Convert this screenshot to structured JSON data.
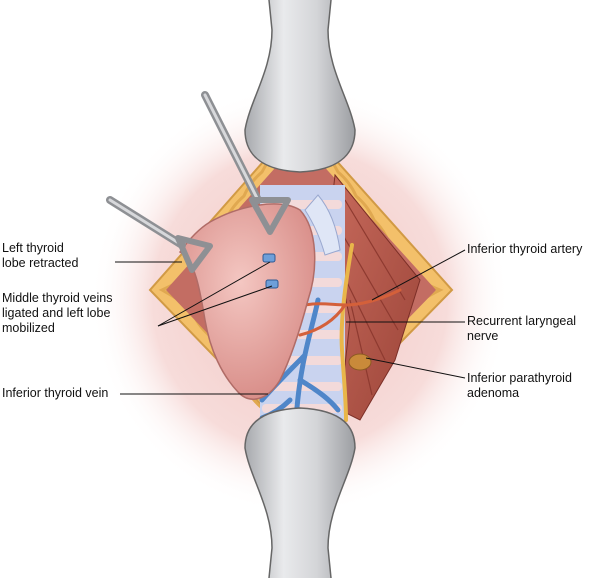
{
  "colors": {
    "tissue": "#f2c9c6",
    "thyroid": "#eab0ab",
    "retractor": "#cfd0d3",
    "fat": "#f3c06a",
    "muscle": "#b3564a",
    "trachea": "#c9d3ef",
    "vein": "#4f86c9",
    "nerve": "#e9b64a",
    "artery": "#d4603a",
    "adenoma": "#c98a3a",
    "leader": "#111111"
  },
  "labels": {
    "left_thyroid_lobe": [
      "Left thyroid",
      "lobe retracted"
    ],
    "middle_thyroid_veins": [
      "Middle thyroid veins",
      "ligated and left lobe",
      "mobilized"
    ],
    "inferior_thyroid_vein": [
      "Inferior thyroid vein"
    ],
    "inferior_thyroid_artery": [
      "Inferior thyroid artery"
    ],
    "recurrent_laryngeal_nerve": [
      "Recurrent laryngeal",
      "nerve"
    ],
    "inferior_parathyroid_adenoma": [
      "Inferior parathyroid",
      "adenoma"
    ]
  }
}
